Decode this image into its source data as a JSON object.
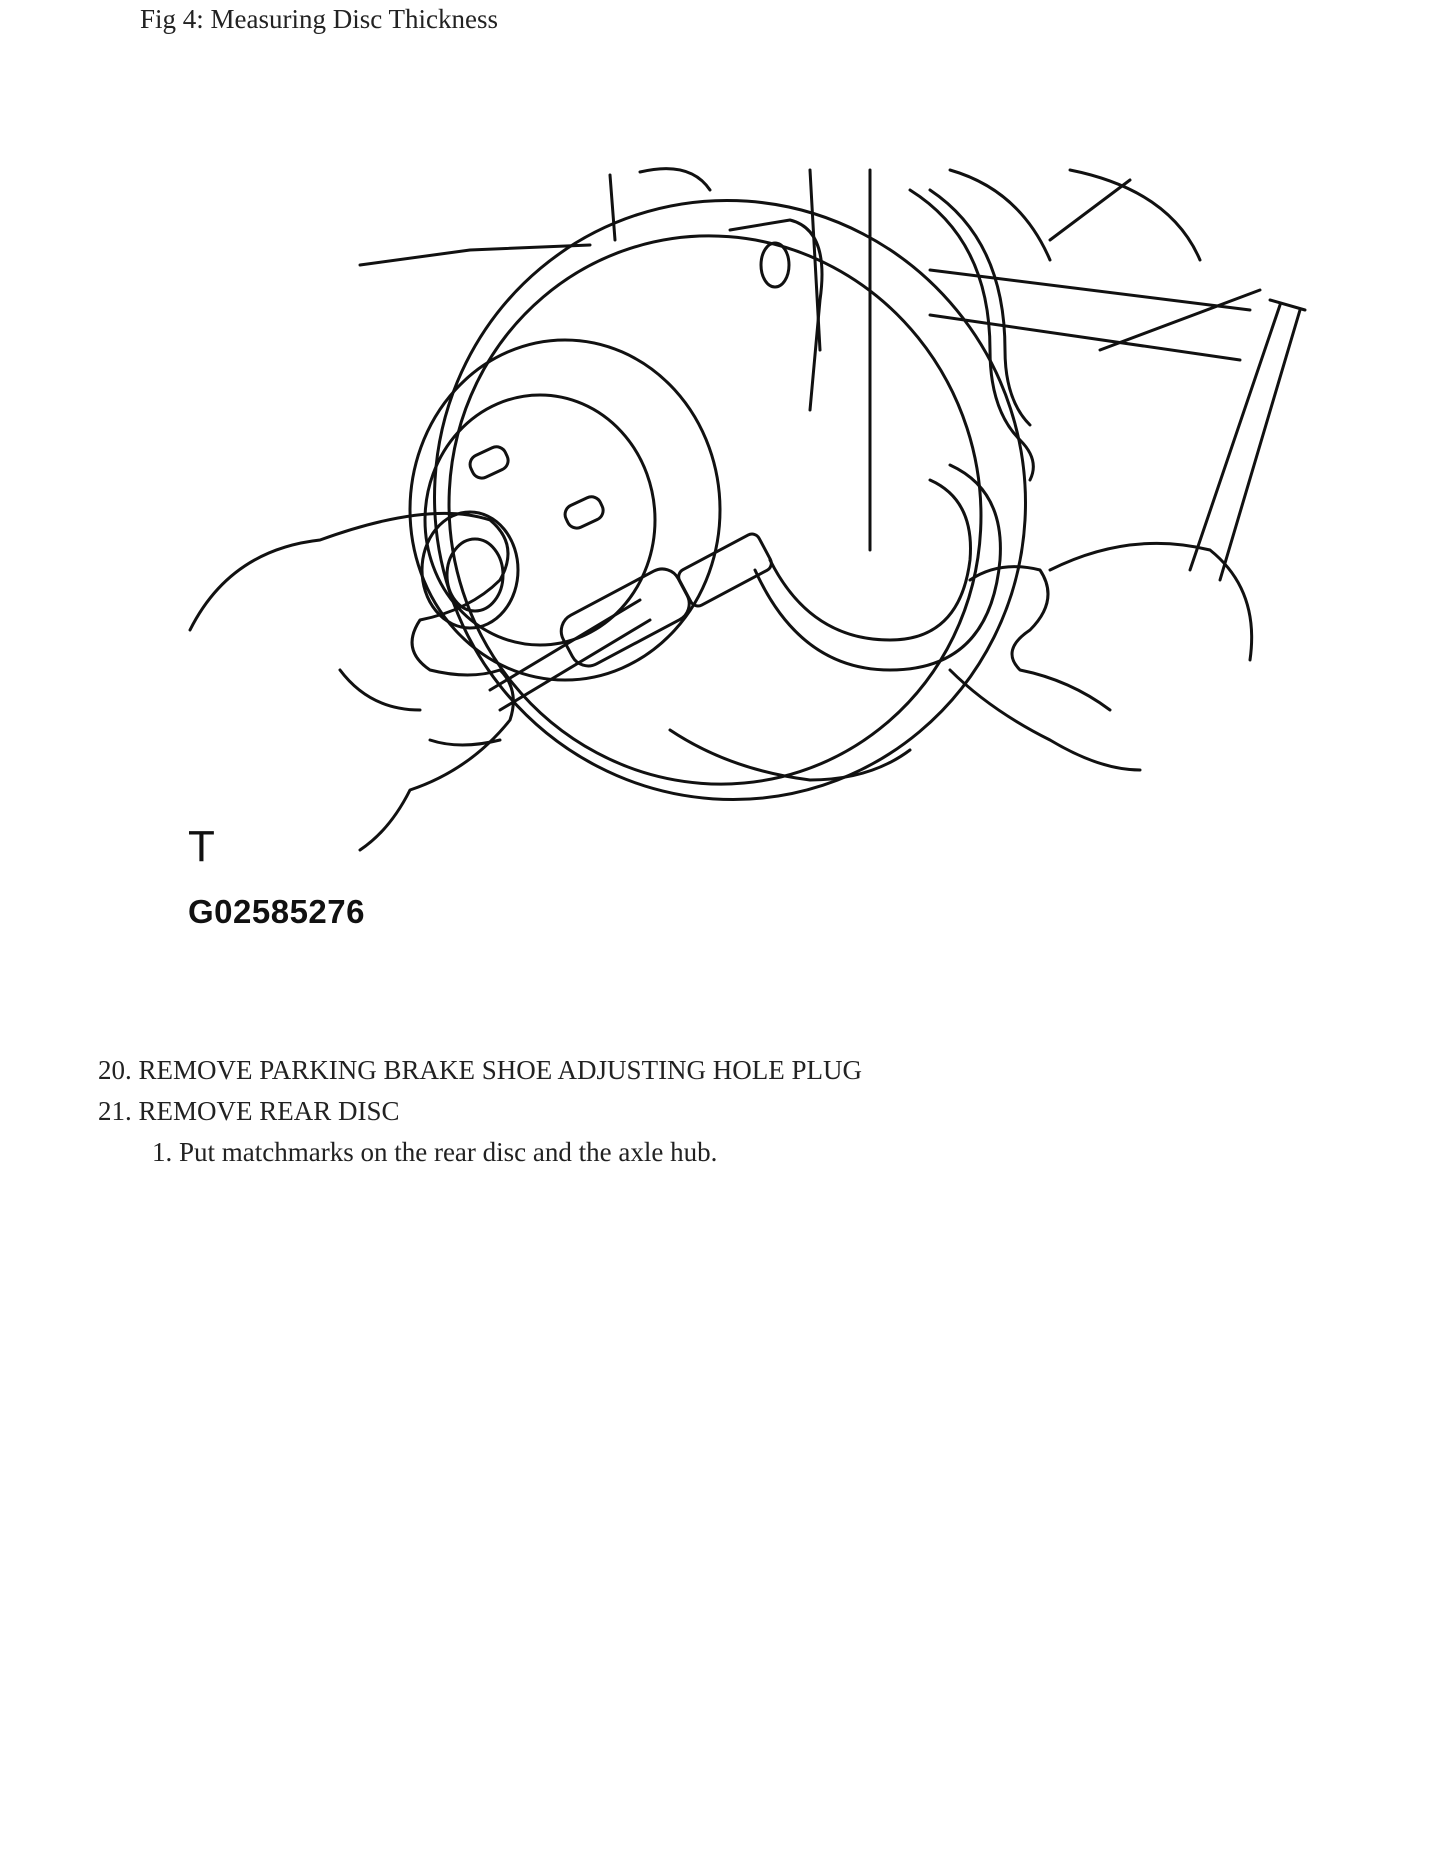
{
  "caption": "Fig 4: Measuring Disc Thickness",
  "figure": {
    "letter": "T",
    "code": "G02585276"
  },
  "steps": [
    "20. REMOVE PARKING BRAKE SHOE ADJUSTING HOLE PLUG",
    "21. REMOVE REAR DISC"
  ],
  "substeps": [
    "1. Put matchmarks on the rear disc and the axle hub."
  ]
}
